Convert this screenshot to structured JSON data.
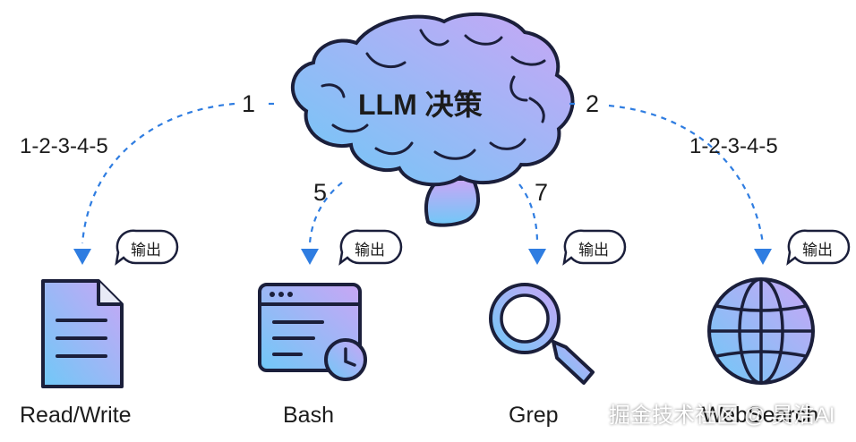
{
  "center": {
    "label": "LLM 决策"
  },
  "arrows": {
    "left_far": {
      "step": "1",
      "sequence": "1-2-3-4-5"
    },
    "left_mid": {
      "step": "5"
    },
    "right_mid": {
      "step": "7"
    },
    "right_far": {
      "step": "2",
      "sequence": "1-2-3-4-5"
    }
  },
  "tools": [
    {
      "name": "Read/Write",
      "output": "输出",
      "icon": "document-icon"
    },
    {
      "name": "Bash",
      "output": "输出",
      "icon": "terminal-window-clock-icon"
    },
    {
      "name": "Grep",
      "output": "输出",
      "icon": "magnifier-icon"
    },
    {
      "name": "WebSearch",
      "output": "输出",
      "icon": "globe-icon"
    }
  ],
  "watermark": "掘金技术社区 @ 昊浩AI",
  "colors": {
    "arrow": "#2f7de1",
    "gradient_start": "#70c8f7",
    "gradient_end": "#c9a6f5",
    "stroke": "#1b1f3b"
  }
}
